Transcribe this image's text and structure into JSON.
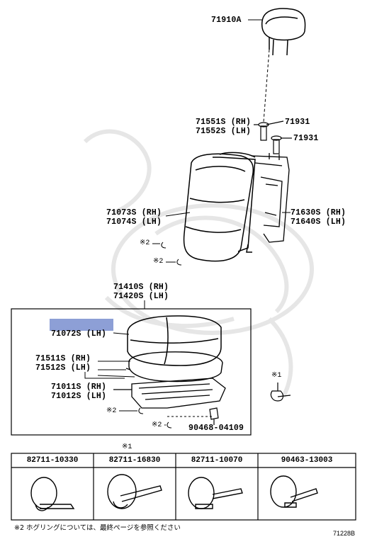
{
  "labels": {
    "headrest": "71910A",
    "pin_top": "71931",
    "pin_bottom": "71931",
    "support_rh": "71551S (RH)",
    "support_lh": "71552S (LH)",
    "back_cover_rh": "71073S (RH)",
    "back_cover_lh": "71074S (LH)",
    "back_frame_rh": "71630S (RH)",
    "back_frame_lh": "71640S (LH)",
    "cushion_assy_rh": "71410S (RH)",
    "cushion_assy_lh": "71420S (LH)",
    "cushion_cover_lh": "71072S (LH)",
    "cushion_pad_rh": "71511S (RH)",
    "cushion_pad_lh": "71512S (LH)",
    "cushion_frame_rh": "71011S (RH)",
    "cushion_frame_lh": "71012S (LH)",
    "bracket": "90468-04109",
    "note2_a": "※2",
    "note2_b": "※2",
    "note2_c": "※2",
    "note2_d": "※2",
    "note1_side": "※1",
    "note1_table": "※1"
  },
  "table": {
    "headers": [
      "82711-10330",
      "82711-16830",
      "82711-10070",
      "90463-13003"
    ]
  },
  "footnote": "※2 ホグリングについては、最終ページを参照ください",
  "diagram_code": "71228B"
}
